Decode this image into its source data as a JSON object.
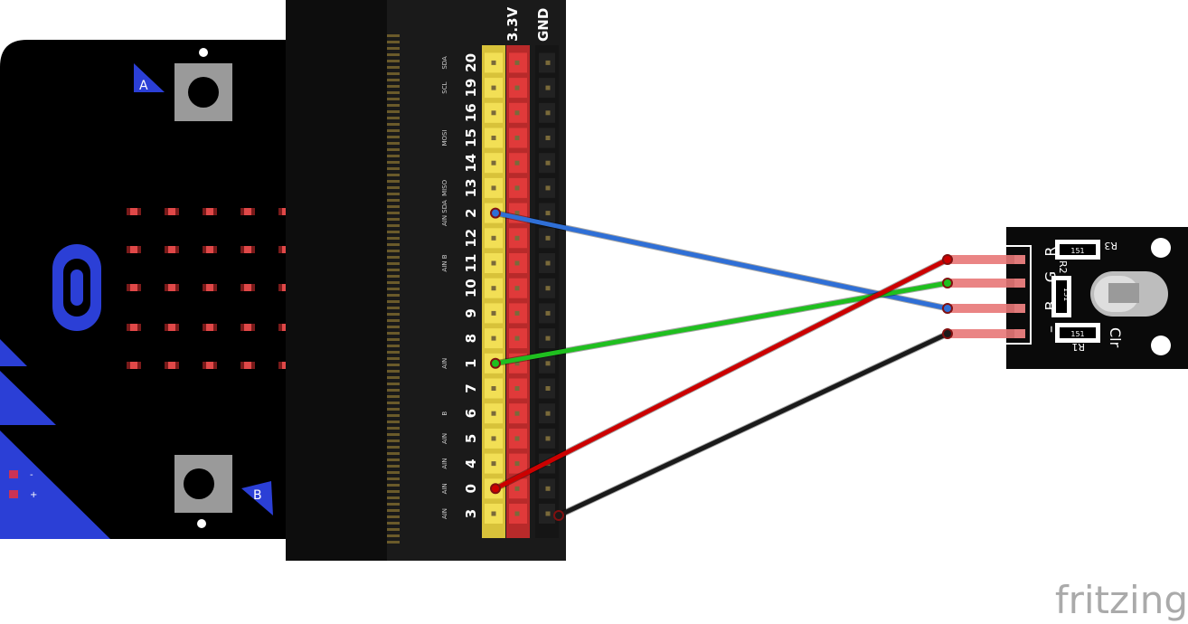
{
  "board": {
    "buttons": [
      "A",
      "B"
    ],
    "power_marks": [
      "-",
      "+"
    ]
  },
  "breakout": {
    "rail_labels": [
      "3.3V",
      "GND"
    ],
    "pins": [
      "3",
      "0",
      "4",
      "5",
      "6",
      "7",
      "1",
      "8",
      "9",
      "10",
      "11",
      "12",
      "2",
      "13",
      "14",
      "15",
      "16",
      "19",
      "20"
    ],
    "pin_functions": {
      "3": "AIN",
      "0": "AIN",
      "4": "AIN",
      "5": "AIN",
      "6": "B",
      "1": "AIN",
      "11": "AIN B",
      "2": "AIN SDA",
      "13": "MISO",
      "15": "MOSI",
      "19": "SCL",
      "20": "SDA"
    }
  },
  "module": {
    "pin_labels": [
      "R",
      "G",
      "B",
      "–"
    ],
    "resistors": [
      {
        "name": "R3",
        "value": "151"
      },
      {
        "name": "R2",
        "value": "151"
      },
      {
        "name": "R1",
        "value": "151"
      }
    ],
    "led_label": "Clr"
  },
  "wires": [
    {
      "from": "2",
      "to": "B",
      "color": "#2f6fd6"
    },
    {
      "from": "1",
      "to": "G",
      "color": "#1fbf1f"
    },
    {
      "from": "0",
      "to": "R",
      "color": "#cc0000"
    },
    {
      "from": "GND",
      "to": "–",
      "color": "#1a1a1a"
    }
  ],
  "brand": "fritzing"
}
